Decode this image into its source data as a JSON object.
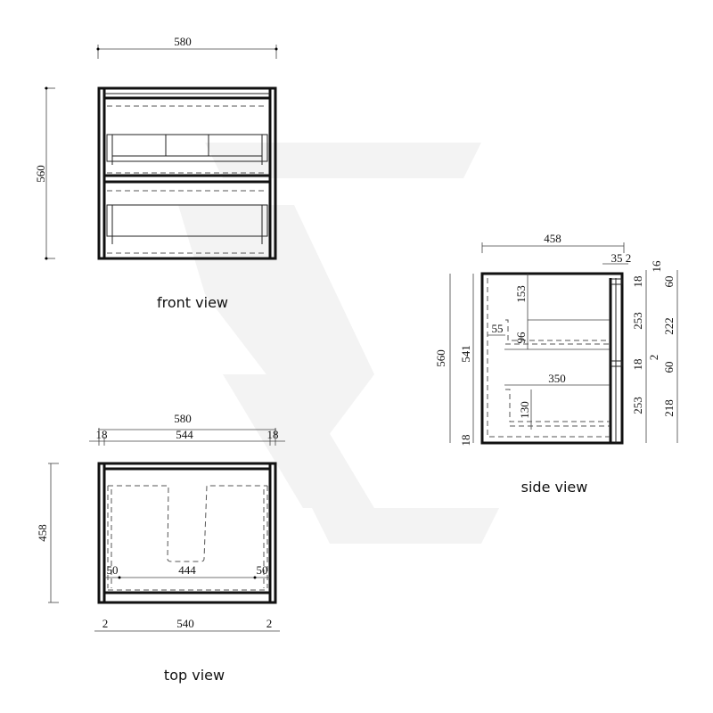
{
  "front_view": {
    "caption": "front view",
    "width": "580",
    "height": "560"
  },
  "top_view": {
    "caption": "top view",
    "width": "580",
    "left_panel": "18",
    "inner_width": "544",
    "right_panel": "18",
    "depth": "458",
    "left_offset": "50",
    "span": "444",
    "right_offset": "50",
    "bottom_width": "540",
    "bottom_left_gap": "2",
    "bottom_right_gap": "2"
  },
  "side_view": {
    "caption": "side view",
    "depth": "458",
    "front_offset": "35",
    "front_gap": "2",
    "total_height": "560",
    "body_height": "541",
    "base": "18",
    "top_gap": "16",
    "rail_top": "18",
    "drawer1": "253",
    "rail_mid": "18",
    "mid_gap": "2",
    "drawer2": "253",
    "handle1": "60",
    "between": "222",
    "handle2": "60",
    "bottom": "218",
    "upper_depth": "153",
    "inner_offset": "55",
    "upper_drawer_height": "96",
    "lower_drawer_depth": "350",
    "lower_drawer_height": "130"
  },
  "colors": {
    "line": "#111111",
    "watermark": "#f2f2f2"
  }
}
